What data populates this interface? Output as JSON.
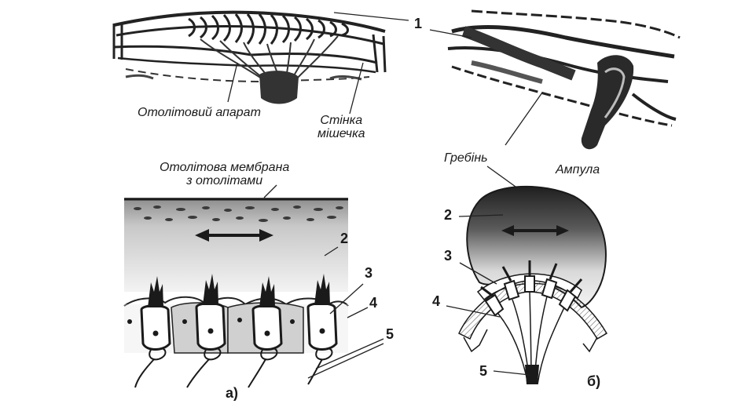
{
  "labels": {
    "otolith_apparatus": "Отолітовий апарат",
    "sac_wall": "Стінка\nмішечка",
    "crest": "Гребінь",
    "ampulla": "Ампула",
    "otolith_membrane": "Отолітова мембрана\nз отолітами",
    "num_1": "1",
    "num_2a": "2",
    "num_3a": "3",
    "num_4a": "4",
    "num_5a": "5",
    "num_2b": "2",
    "num_3b": "3",
    "num_4b": "4",
    "num_5b": "5",
    "panel_a": "а)",
    "panel_b": "б)"
  },
  "colors": {
    "ink": "#1a1a1a",
    "dark": "#2a2a2a",
    "mid_gray": "#8a8a8a",
    "light_gray": "#cfcfcf",
    "paper": "#ffffff"
  },
  "icons": [
    "bidirectional-arrow-icon"
  ]
}
